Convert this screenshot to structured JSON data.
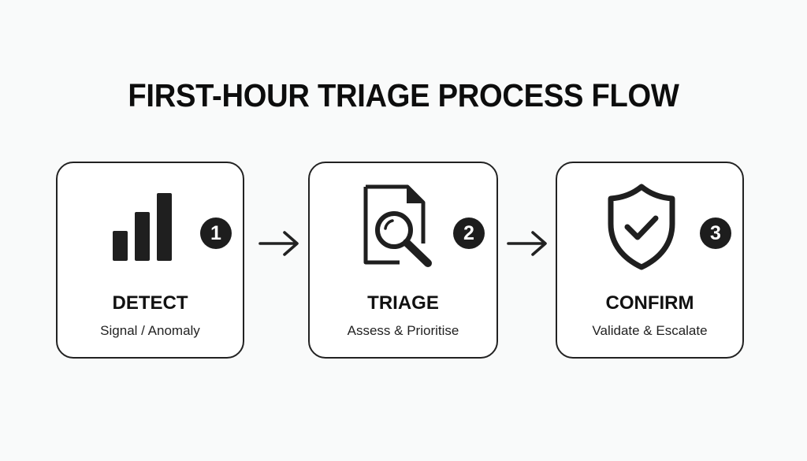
{
  "title": "FIRST-HOUR TRIAGE PROCESS FLOW",
  "steps": [
    {
      "number": "1",
      "heading": "DETECT",
      "subtitle": "Signal / Anomaly",
      "icon": "bar-chart-icon"
    },
    {
      "number": "2",
      "heading": "TRIAGE",
      "subtitle": "Assess & Prioritise",
      "icon": "document-search-icon"
    },
    {
      "number": "3",
      "heading": "CONFIRM",
      "subtitle": "Validate & Escalate",
      "icon": "shield-check-icon"
    }
  ],
  "connectors": [
    {
      "from": "1",
      "to": "2",
      "icon": "arrow-right-icon"
    },
    {
      "from": "2",
      "to": "3",
      "icon": "arrow-right-icon"
    }
  ],
  "colors": {
    "background": "#f9fafa",
    "box_fill": "#ffffff",
    "stroke": "#222222",
    "badge": "#1d1d1d",
    "text": "#111111"
  }
}
